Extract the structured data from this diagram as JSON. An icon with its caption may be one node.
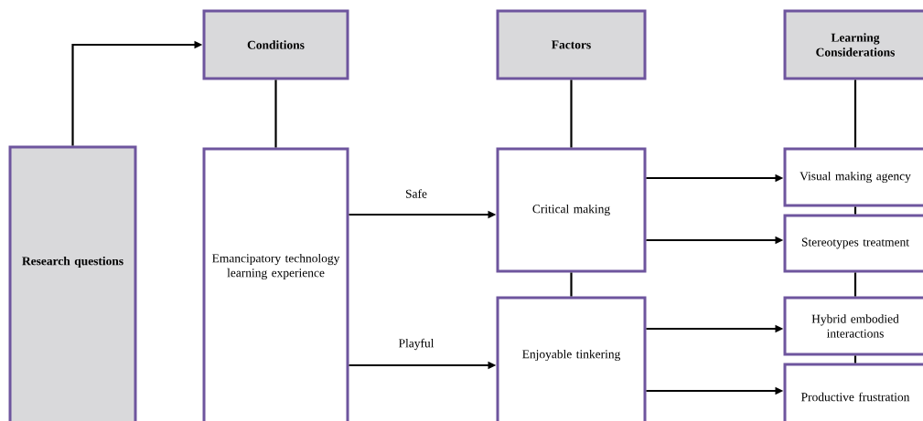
{
  "diagram": {
    "nodes": [
      {
        "text": [
          "Research questions"
        ]
      },
      {
        "text": [
          "Conditions"
        ]
      },
      {
        "text": [
          "Factors"
        ]
      },
      {
        "text": [
          "Learning Considerations"
        ]
      },
      {
        "text": [
          "Emancipatory technology learning experience"
        ]
      },
      {
        "text": [
          "Critical making"
        ]
      },
      {
        "text": [
          "Enjoyable tinkering"
        ]
      },
      {
        "text": [
          "Visual making agency"
        ]
      },
      {
        "text": [
          "Stereotypes treatment"
        ]
      },
      {
        "text": [
          "Hybrid embodied interactions"
        ]
      },
      {
        "text": [
          "Productive frustration"
        ]
      }
    ],
    "edges": [
      {
        "from": 0,
        "to": 1,
        "arrow": "to"
      },
      {
        "from": 1,
        "to": 4,
        "arrow": "none"
      },
      {
        "from": 2,
        "to": 5,
        "arrow": "none"
      },
      {
        "from": 5,
        "to": 6,
        "arrow": "none"
      },
      {
        "from": 3,
        "to": 7,
        "arrow": "none"
      },
      {
        "from": 7,
        "to": 8,
        "arrow": "none"
      },
      {
        "from": 8,
        "to": 9,
        "arrow": "none"
      },
      {
        "from": 9,
        "to": 10,
        "arrow": "none"
      },
      {
        "from": 4,
        "to": 5,
        "arrow": "to",
        "label": "Safe"
      },
      {
        "from": 4,
        "to": 6,
        "arrow": "to",
        "label": "Playful"
      },
      {
        "from": 5,
        "to": 7,
        "arrow": "to"
      },
      {
        "from": 5,
        "to": 8,
        "arrow": "to"
      },
      {
        "from": 6,
        "to": 9,
        "arrow": "to"
      },
      {
        "from": 6,
        "to": 10,
        "arrow": "to"
      }
    ]
  }
}
